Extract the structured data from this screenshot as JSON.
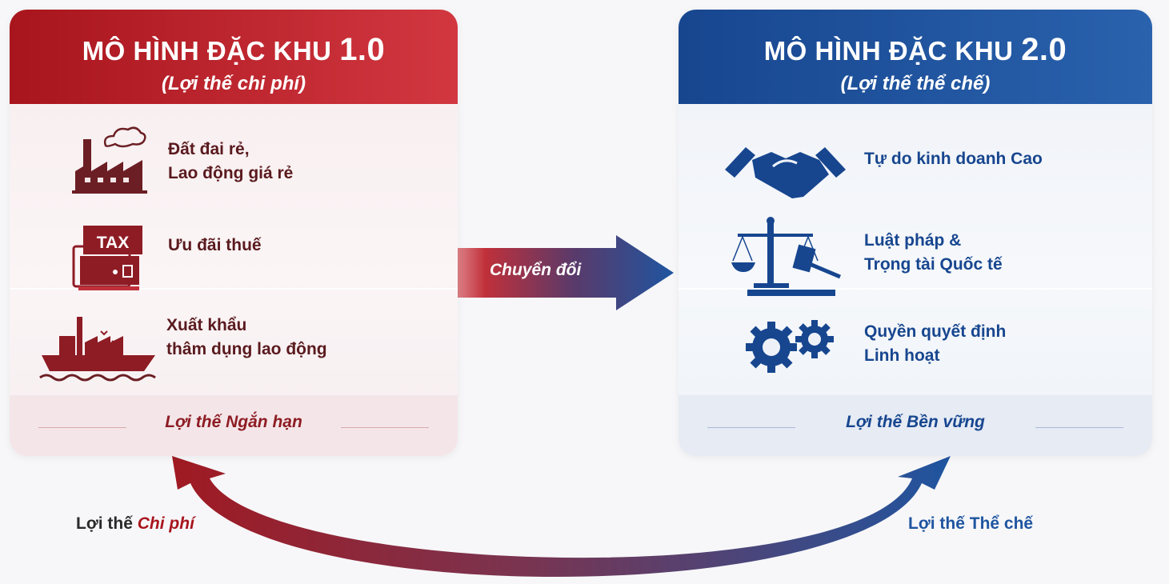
{
  "left_card": {
    "title": "MÔ HÌNH ĐẶC KHU",
    "version": "1.0",
    "subtitle": "(Lợi thế chi phí)",
    "items": [
      {
        "icon": "factory-icon",
        "line1": "Đất đai rẻ,",
        "line2": "Lao động giá rẻ"
      },
      {
        "icon": "tax-icon",
        "line1": "Ưu đãi thuế",
        "line2": ""
      },
      {
        "icon": "cargo-ship-icon",
        "line1": "Xuất khẩu",
        "line2": "thâm dụng lao động"
      }
    ],
    "tax_badge": "TAX",
    "footer": "Lợi thế Ngắn hạn"
  },
  "right_card": {
    "title": "MÔ HÌNH ĐẶC KHU",
    "version": "2.0",
    "subtitle": "(Lợi thế thể chế)",
    "items": [
      {
        "icon": "handshake-icon",
        "line1": "Tự do kinh doanh Cao",
        "line2": ""
      },
      {
        "icon": "scales-gavel-icon",
        "line1": "Luật pháp &",
        "line2": "Trọng tài Quốc tế"
      },
      {
        "icon": "gears-icon",
        "line1": "Quyền quyết định",
        "line2": "Linh hoạt"
      }
    ],
    "footer": "Lợi thế Bền vững"
  },
  "transition_label": "Chuyển đổi",
  "bottom": {
    "left_prefix": "Lợi thế ",
    "left_emph": "Chi phí",
    "right_label": "Lợi thế Thể chế"
  },
  "colors": {
    "red": "#b3202a",
    "blue": "#1f55a0",
    "dark_red": "#5a1a1e"
  }
}
